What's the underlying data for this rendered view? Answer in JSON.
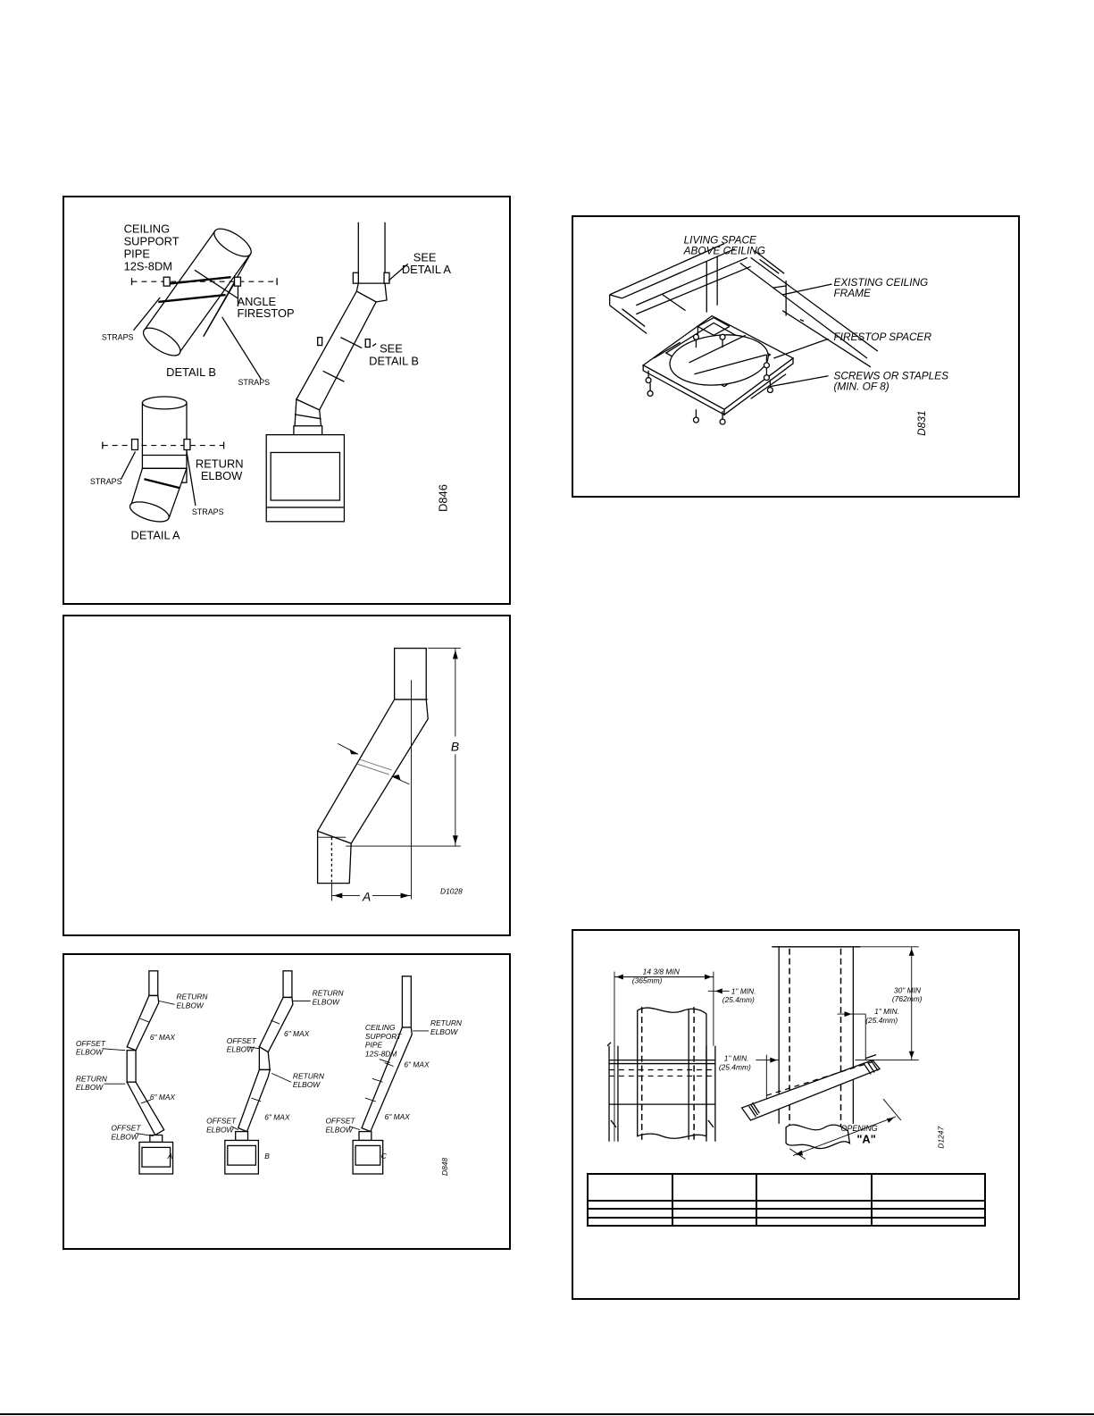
{
  "panel_1": {
    "labels": {
      "ceiling_support_pipe": [
        "CEILING",
        "SUPPORT",
        "PIPE",
        "12S-8DM"
      ],
      "straps": "STRAPS",
      "angle_firestop": [
        "ANGLE",
        "FIRESTOP"
      ],
      "detail_b": "DETAIL B",
      "see_detail_a": [
        "SEE",
        "DETAIL A"
      ],
      "see_detail_b": [
        "SEE",
        "DETAIL B"
      ],
      "return_elbow": [
        "RETURN",
        "ELBOW"
      ],
      "detail_a": "DETAIL A",
      "drawing_id": "D846"
    }
  },
  "panel_2": {
    "labels": {
      "dim_b": "B",
      "dim_a": "A",
      "drawing_id": "D1028"
    }
  },
  "panel_3": {
    "labels": {
      "return_elbow": [
        "RETURN",
        "ELBOW"
      ],
      "offset_elbow": [
        "OFFSET",
        "ELBOW"
      ],
      "six_max": "6\" MAX",
      "ceiling_support_pipe": [
        "CEILING",
        "SUPPORT",
        "PIPE",
        "12S-8DM"
      ],
      "variant_a": "A",
      "variant_b": "B",
      "variant_c": "C",
      "drawing_id": "D848"
    }
  },
  "panel_4": {
    "labels": {
      "living_space": [
        "LIVING SPACE",
        "ABOVE CEILING"
      ],
      "existing_ceiling_frame": [
        "EXISTING CEILING",
        "FRAME"
      ],
      "firestop_spacer": "FIRESTOP SPACER",
      "screws_or_staples": [
        "SCREWS OR STAPLES",
        "(MIN. OF 8)"
      ],
      "drawing_id": "D831"
    }
  },
  "panel_5": {
    "labels": {
      "fourteen_min": [
        "14 3/8 MIN",
        "(365mm)"
      ],
      "one_min_a": [
        "1\" MIN.",
        "(25.4mm)"
      ],
      "one_min_b": [
        "1\" MIN.",
        "(25.4mm)"
      ],
      "one_min_c": [
        "1\" MIN.",
        "(25.4mm)"
      ],
      "thirty_min": [
        "30\" MIN",
        "(762mm)"
      ],
      "opening": "OPENING",
      "opening_a": "\"A\"",
      "drawing_id": "D1247"
    }
  }
}
